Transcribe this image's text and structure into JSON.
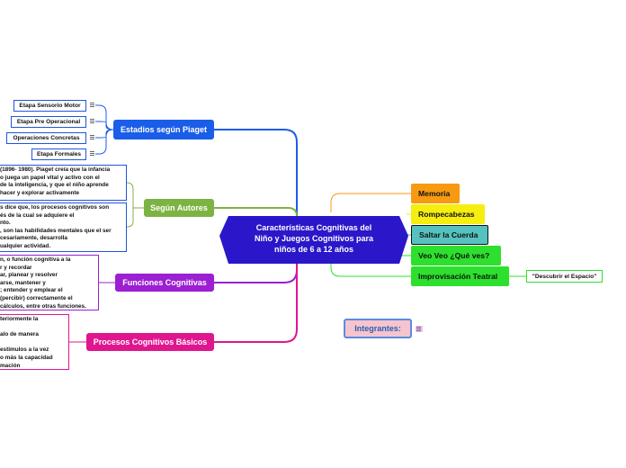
{
  "central": {
    "lines": [
      "Características Cognitivas del",
      "Niño y Juegos Cognitivos para",
      "niños de 6 a 12 años"
    ]
  },
  "left": {
    "estadios": {
      "label": "Estadios según Piaget",
      "items": [
        "Etapa Sensorio Motor",
        "Etapa Pre Operacional",
        "Operaciones Concretas",
        "Etapa Formales"
      ]
    },
    "autores": {
      "label": "Según Autores",
      "note1": [
        "(1896- 1980). Piaget creía que la infancia",
        "o juega un papel vital y activo con el",
        " de la inteligencia, y que el niño aprende",
        "hacer y explorar activamente"
      ],
      "note2": [
        "s dice que, los procesos cognitivos son",
        "és de la cual se adquiere el",
        "nto.",
        ", son las habilidades mentales que el ser",
        "cesariamente, desarrolla",
        "ualquier actividad."
      ]
    },
    "funciones": {
      "label": "Funciones Cognitivas",
      "note": [
        "n, o función cognitiva a la",
        "r y recordar",
        "ar, planear y resolver",
        "arse, mantener y",
        "; entender y emplear el",
        "(percibir) correctamente el",
        "cálculos, entre otras funciones."
      ]
    },
    "procesos": {
      "label": "Procesos Cognitivos Básicos",
      "note": [
        "teriormente la",
        "",
        "alo de manera",
        "",
        "estímulos a la vez",
        "o más la capacidad",
        "mación"
      ]
    }
  },
  "right": {
    "items": [
      "Memoria",
      "Rompecabezas",
      "Saltar la Cuerda",
      "Veo Veo ¿Qué ves?",
      "Improvisación Teatral"
    ],
    "sub_improvisacion": "\"Descubrir el Espacio\""
  },
  "integrantes": {
    "label": "Integrantes:"
  },
  "colors": {
    "central": "#2a17c9",
    "estadios": "#1a5de8",
    "autores": "#7cb342",
    "funciones": "#9c1fd1",
    "procesos": "#e0168f",
    "memoria": "#f79a12",
    "rompecabezas": "#f5ee10",
    "saltar": "#56c2bf",
    "veoveo": "#2de02d",
    "improvisacion": "#2de02d",
    "integrantes": "#f5c4ce"
  }
}
